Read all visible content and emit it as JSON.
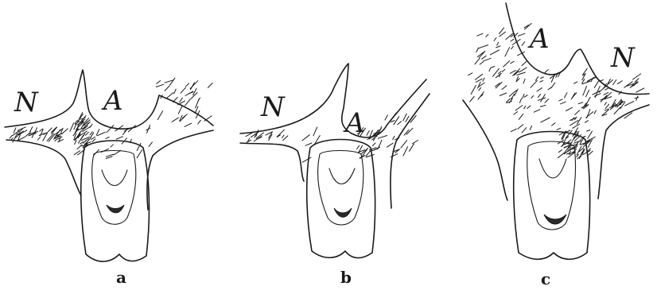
{
  "panels": [
    {
      "label": "a",
      "nasal": "N",
      "antral": "A"
    },
    {
      "label": "b",
      "nasal": "N",
      "antral": "A"
    },
    {
      "label": "c",
      "nasal": "N",
      "antral": "A"
    }
  ]
}
